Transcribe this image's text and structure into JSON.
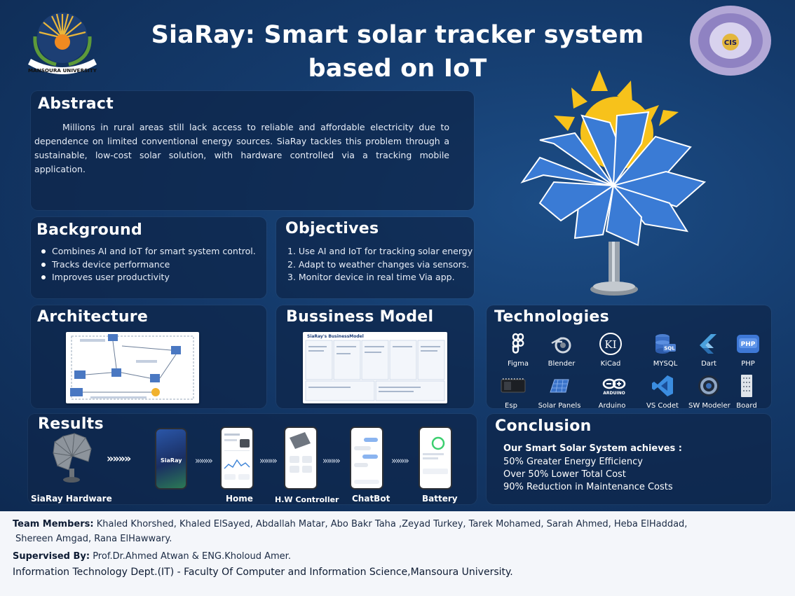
{
  "title": {
    "line1": "SiaRay: Smart solar tracker system",
    "line2": "based on IoT"
  },
  "logos": {
    "left_caption": "MANSOURA UNIVERSITY",
    "right_caption": "CIS"
  },
  "abstract": {
    "heading": "Abstract",
    "text": "Millions in rural areas still lack access to reliable and affordable electricity due to dependence on limited conventional energy sources.  SiaRay tackles this problem through a sustainable, low-cost solar solution, with hardware controlled via a tracking mobile application."
  },
  "background": {
    "heading": "Background",
    "items": [
      "Combines AI and IoT for smart system control.",
      "Tracks device performance",
      "Improves user productivity"
    ]
  },
  "objectives": {
    "heading": "Objectives",
    "items": [
      "1.  Use AI and IoT for tracking solar energy",
      "2. Adapt to weather changes via sensors.",
      "3. Monitor device in real time Via app."
    ]
  },
  "architecture": {
    "heading": "Architecture"
  },
  "business": {
    "heading": "Bussiness Model",
    "thumb_title": "SiaRay's BusinessModel"
  },
  "technologies": {
    "heading": "Technologies",
    "items": [
      {
        "label": "Figma",
        "icon": "figma-icon"
      },
      {
        "label": "Blender",
        "icon": "blender-icon"
      },
      {
        "label": "KiCad",
        "icon": "kicad-icon"
      },
      {
        "label": "MYSQL",
        "icon": "mysql-icon"
      },
      {
        "label": "Dart",
        "icon": "dart-icon"
      },
      {
        "label": "PHP",
        "icon": "php-icon"
      },
      {
        "label": "Esp",
        "icon": "esp-board-icon"
      },
      {
        "label": "Solar Panels",
        "icon": "solar-panel-icon"
      },
      {
        "label": "Arduino",
        "icon": "arduino-icon"
      },
      {
        "label": "VS Codet",
        "icon": "vscode-icon"
      },
      {
        "label": "SW Modeler",
        "icon": "sw-modeler-icon"
      },
      {
        "label": "Board",
        "icon": "board-icon"
      }
    ],
    "php_text": "PHP",
    "arduino_text": "ARDUINO",
    "kicad_text": "KI",
    "mysql_text": "SQL"
  },
  "results": {
    "heading": "Results",
    "labels": {
      "hardware": "SiaRay Hardware",
      "home": "Home",
      "controller": "H.W Controller",
      "chatbot": "ChatBot",
      "battery": "Battery"
    },
    "splash_text": "SiaRay",
    "arrow": "»»»»"
  },
  "conclusion": {
    "heading": "Conclusion",
    "lead": "Our Smart Solar System achieves :",
    "items": [
      "50% Greater Energy Efficiency",
      "Over 50% Lower Total Cost",
      "90% Reduction in Maintenance Costs"
    ]
  },
  "footer": {
    "team_label": "Team Members:",
    "team_names": " Khaled Khorshed, Khaled ElSayed, Abdallah Matar, Abo Bakr Taha ,Zeyad Turkey, Tarek Mohamed, Sarah Ahmed, Heba ElHaddad,",
    "team_names_2": "Shereen Amgad, Rana ElHawwary.",
    "supervised_label": "Supervised By:",
    "supervisors": " Prof.Dr.Ahmed Atwan & ENG.Kholoud Amer.",
    "department": "Information Technology Dept.(IT) - Faculty Of Computer and Information Science,Mansoura University."
  },
  "colors": {
    "poster_bg": "#143a6b",
    "panel_bg": "#0e264a",
    "sun": "#f7c21b",
    "solar_blue": "#3a7bd5",
    "footer_text": "#0d1b33"
  }
}
